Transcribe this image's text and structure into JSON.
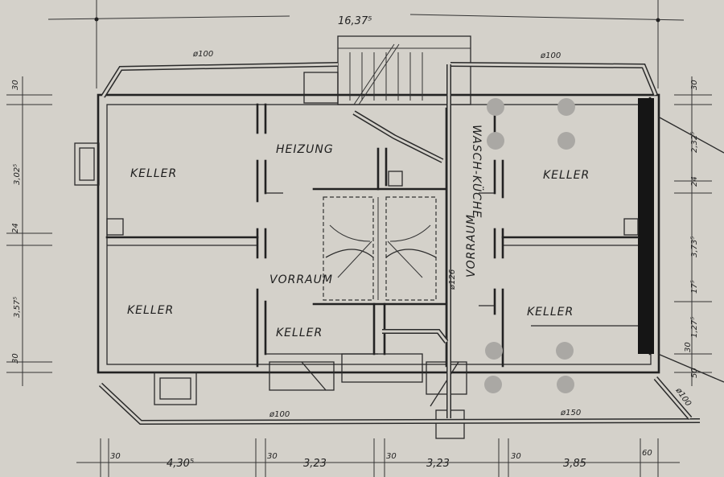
{
  "plan": {
    "rooms": [
      {
        "id": "keller-nw",
        "label": "KELLER"
      },
      {
        "id": "heizung",
        "label": "HEIZUNG"
      },
      {
        "id": "waschkueche",
        "label": "WASCH-KÜCHE"
      },
      {
        "id": "keller-ne",
        "label": "KELLER"
      },
      {
        "id": "vorraum-center",
        "label": "VORRAUM"
      },
      {
        "id": "vorraum-east",
        "label": "VORRAUM"
      },
      {
        "id": "keller-sw",
        "label": "KELLER"
      },
      {
        "id": "keller-center",
        "label": "KELLER"
      },
      {
        "id": "keller-se",
        "label": "KELLER"
      }
    ],
    "pipes": {
      "top_left": "ø100",
      "top_right": "ø100",
      "bottom_left": "ø100",
      "bottom_right": "ø150",
      "diagonal_right": "ø100",
      "riser": "ø126"
    },
    "dimensions": {
      "top_total": "16,37⁵",
      "bottom": [
        "30",
        "4,30⁵",
        "30",
        "3,23",
        "30",
        "3,23",
        "30",
        "3,85",
        "60"
      ],
      "left": [
        "30",
        "3,02⁵",
        "24",
        "3,57⁵",
        "30"
      ],
      "right": [
        "30",
        "2,32⁵",
        "24",
        "3,73⁵",
        "17⁵",
        "1,27⁵",
        "30",
        "50"
      ]
    },
    "colors": {
      "paper": "#d4d1ca",
      "ink": "#222222",
      "marker": "#aaa8a4"
    }
  }
}
